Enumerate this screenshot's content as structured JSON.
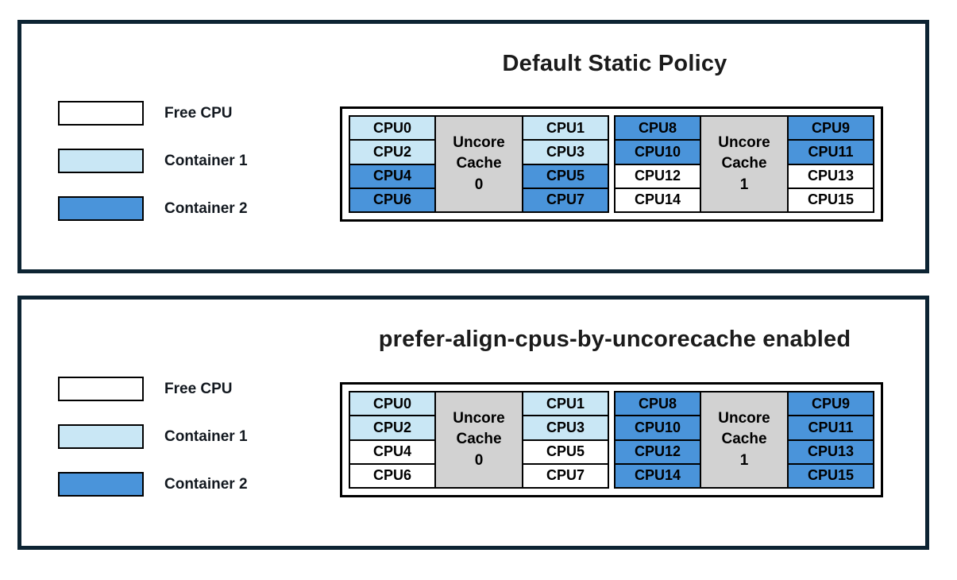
{
  "colors": {
    "free": "#ffffff",
    "container1": "#c9e7f5",
    "container2": "#4a94da",
    "cache": "#d2d2d2",
    "panel_border": "#0d2433",
    "cell_border": "#000000"
  },
  "panels": [
    {
      "title": "Default Static Policy",
      "legend": [
        {
          "key": "free",
          "label": "Free CPU"
        },
        {
          "key": "container1",
          "label": "Container 1"
        },
        {
          "key": "container2",
          "label": "Container 2"
        }
      ],
      "caches": [
        {
          "label": "Uncore\nCache\n0",
          "left": [
            {
              "label": "CPU0",
              "state": "container1"
            },
            {
              "label": "CPU2",
              "state": "container1"
            },
            {
              "label": "CPU4",
              "state": "container2"
            },
            {
              "label": "CPU6",
              "state": "container2"
            }
          ],
          "right": [
            {
              "label": "CPU1",
              "state": "container1"
            },
            {
              "label": "CPU3",
              "state": "container1"
            },
            {
              "label": "CPU5",
              "state": "container2"
            },
            {
              "label": "CPU7",
              "state": "container2"
            }
          ]
        },
        {
          "label": "Uncore\nCache\n1",
          "left": [
            {
              "label": "CPU8",
              "state": "container2"
            },
            {
              "label": "CPU10",
              "state": "container2"
            },
            {
              "label": "CPU12",
              "state": "free"
            },
            {
              "label": "CPU14",
              "state": "free"
            }
          ],
          "right": [
            {
              "label": "CPU9",
              "state": "container2"
            },
            {
              "label": "CPU11",
              "state": "container2"
            },
            {
              "label": "CPU13",
              "state": "free"
            },
            {
              "label": "CPU15",
              "state": "free"
            }
          ]
        }
      ]
    },
    {
      "title": "prefer-align-cpus-by-uncorecache enabled",
      "legend": [
        {
          "key": "free",
          "label": "Free CPU"
        },
        {
          "key": "container1",
          "label": "Container 1"
        },
        {
          "key": "container2",
          "label": "Container 2"
        }
      ],
      "caches": [
        {
          "label": "Uncore\nCache\n0",
          "left": [
            {
              "label": "CPU0",
              "state": "container1"
            },
            {
              "label": "CPU2",
              "state": "container1"
            },
            {
              "label": "CPU4",
              "state": "free"
            },
            {
              "label": "CPU6",
              "state": "free"
            }
          ],
          "right": [
            {
              "label": "CPU1",
              "state": "container1"
            },
            {
              "label": "CPU3",
              "state": "container1"
            },
            {
              "label": "CPU5",
              "state": "free"
            },
            {
              "label": "CPU7",
              "state": "free"
            }
          ]
        },
        {
          "label": "Uncore\nCache\n1",
          "left": [
            {
              "label": "CPU8",
              "state": "container2"
            },
            {
              "label": "CPU10",
              "state": "container2"
            },
            {
              "label": "CPU12",
              "state": "container2"
            },
            {
              "label": "CPU14",
              "state": "container2"
            }
          ],
          "right": [
            {
              "label": "CPU9",
              "state": "container2"
            },
            {
              "label": "CPU11",
              "state": "container2"
            },
            {
              "label": "CPU13",
              "state": "container2"
            },
            {
              "label": "CPU15",
              "state": "container2"
            }
          ]
        }
      ]
    }
  ]
}
